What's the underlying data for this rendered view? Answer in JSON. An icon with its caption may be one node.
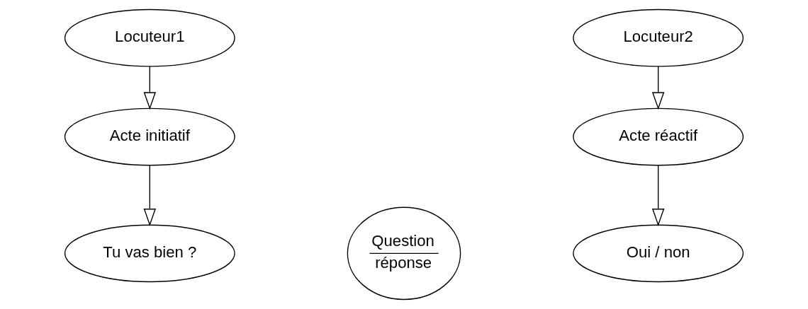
{
  "diagram": {
    "nodes": [
      {
        "text": [
          "Locuteur1"
        ]
      },
      {
        "text": [
          "Acte initiatif"
        ]
      },
      {
        "text": [
          "Tu vas bien ?"
        ]
      },
      {
        "text": [
          "Question",
          "réponse"
        ]
      },
      {
        "text": [
          "Locuteur2"
        ]
      },
      {
        "text": [
          "Acte réactif"
        ]
      },
      {
        "text": [
          "Oui / non"
        ]
      }
    ],
    "edges": [
      {
        "from": 0,
        "to": 1,
        "arrow": "to"
      },
      {
        "from": 1,
        "to": 2,
        "arrow": "to"
      },
      {
        "from": 4,
        "to": 5,
        "arrow": "to"
      },
      {
        "from": 5,
        "to": 6,
        "arrow": "to"
      }
    ]
  }
}
